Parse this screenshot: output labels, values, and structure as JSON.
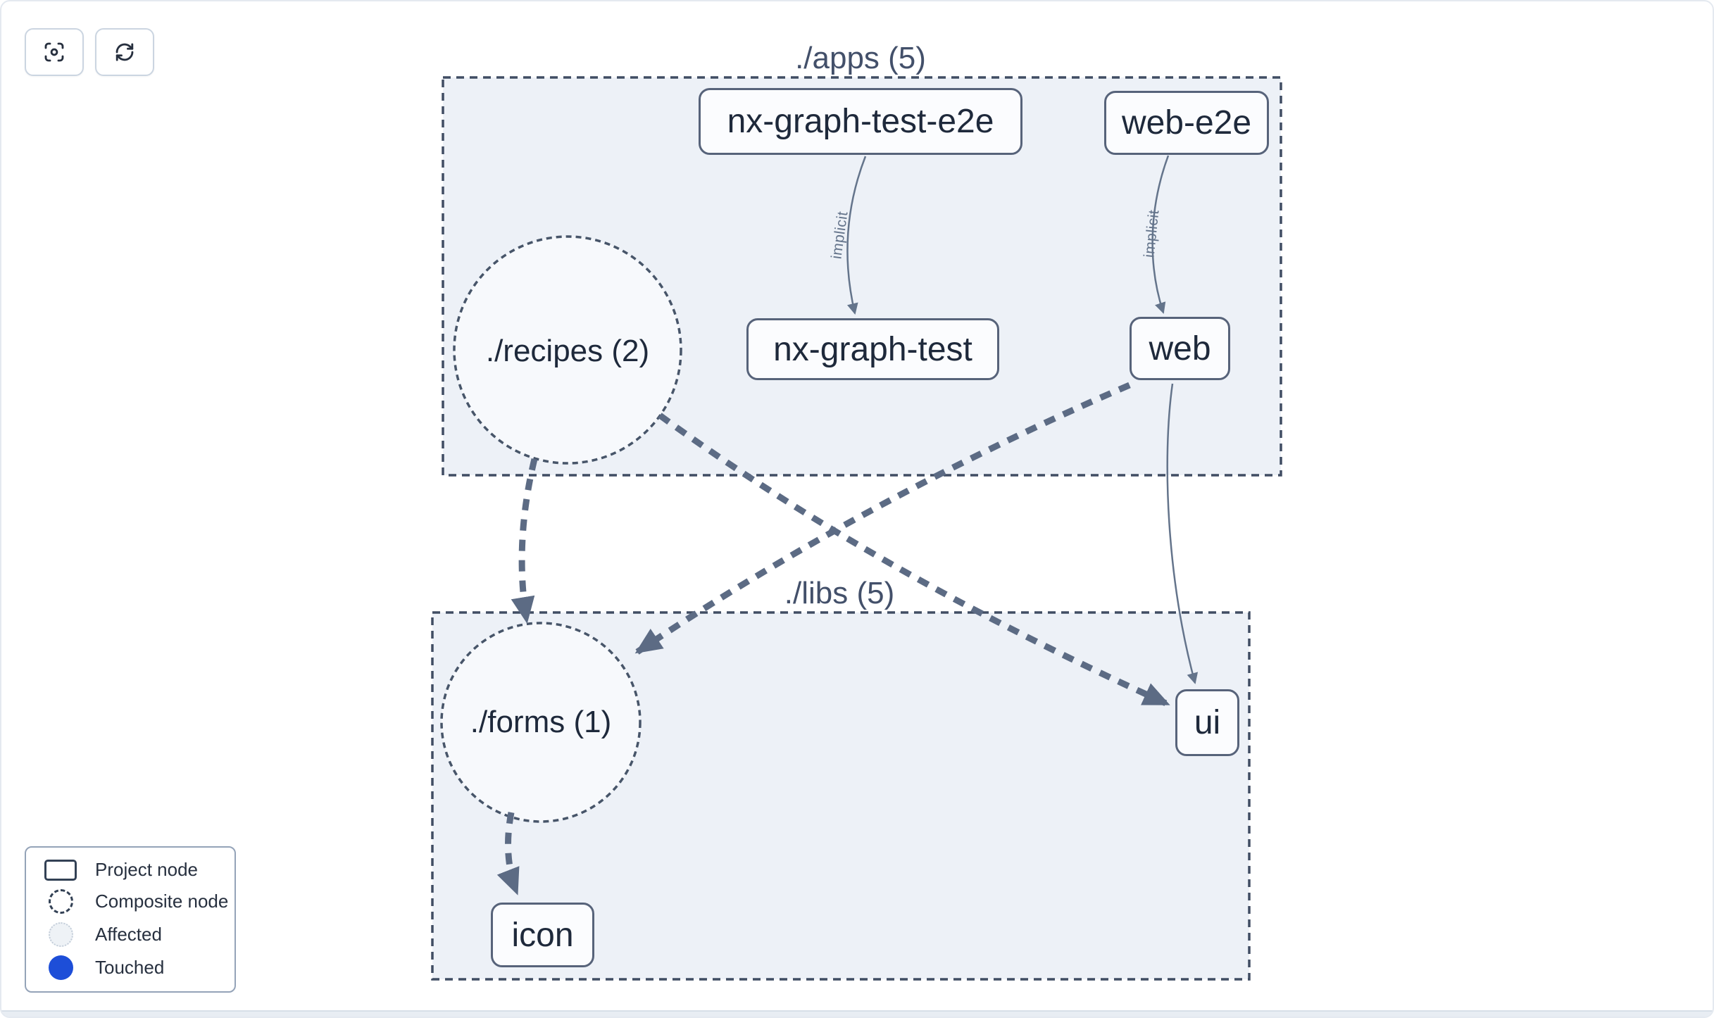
{
  "colors": {
    "group_fill": "#edf1f7",
    "composite_fill": "#f7f9fc",
    "node_fill": "#fbfcfe",
    "node_border": "#57637a",
    "group_border": "#404d63",
    "edge_thin": "#64748b",
    "edge_thick": "#5c6b84",
    "touched_blue": "#1d4ed8",
    "affected_fill": "#eef2f6"
  },
  "toolbar": {
    "buttons": [
      {
        "name": "focus",
        "icon": "focus-icon"
      },
      {
        "name": "refresh",
        "icon": "refresh-icon"
      }
    ]
  },
  "groups": {
    "apps": {
      "label": "./apps (5)"
    },
    "libs": {
      "label": "./libs (5)"
    }
  },
  "nodes": {
    "nxGraphTestE2e": {
      "label": "nx-graph-test-e2e",
      "type": "project"
    },
    "webE2e": {
      "label": "web-e2e",
      "type": "project"
    },
    "nxGraphTest": {
      "label": "nx-graph-test",
      "type": "project"
    },
    "web": {
      "label": "web",
      "type": "project"
    },
    "ui": {
      "label": "ui",
      "type": "project"
    },
    "icon": {
      "label": "icon",
      "type": "project"
    },
    "recipes": {
      "label": "./recipes (2)",
      "type": "composite"
    },
    "forms": {
      "label": "./forms (1)",
      "type": "composite"
    }
  },
  "edges": {
    "implicitLabel": "implicit"
  },
  "legend": {
    "projectNode": "Project node",
    "compositeNode": "Composite node",
    "affected": "Affected",
    "touched": "Touched"
  }
}
